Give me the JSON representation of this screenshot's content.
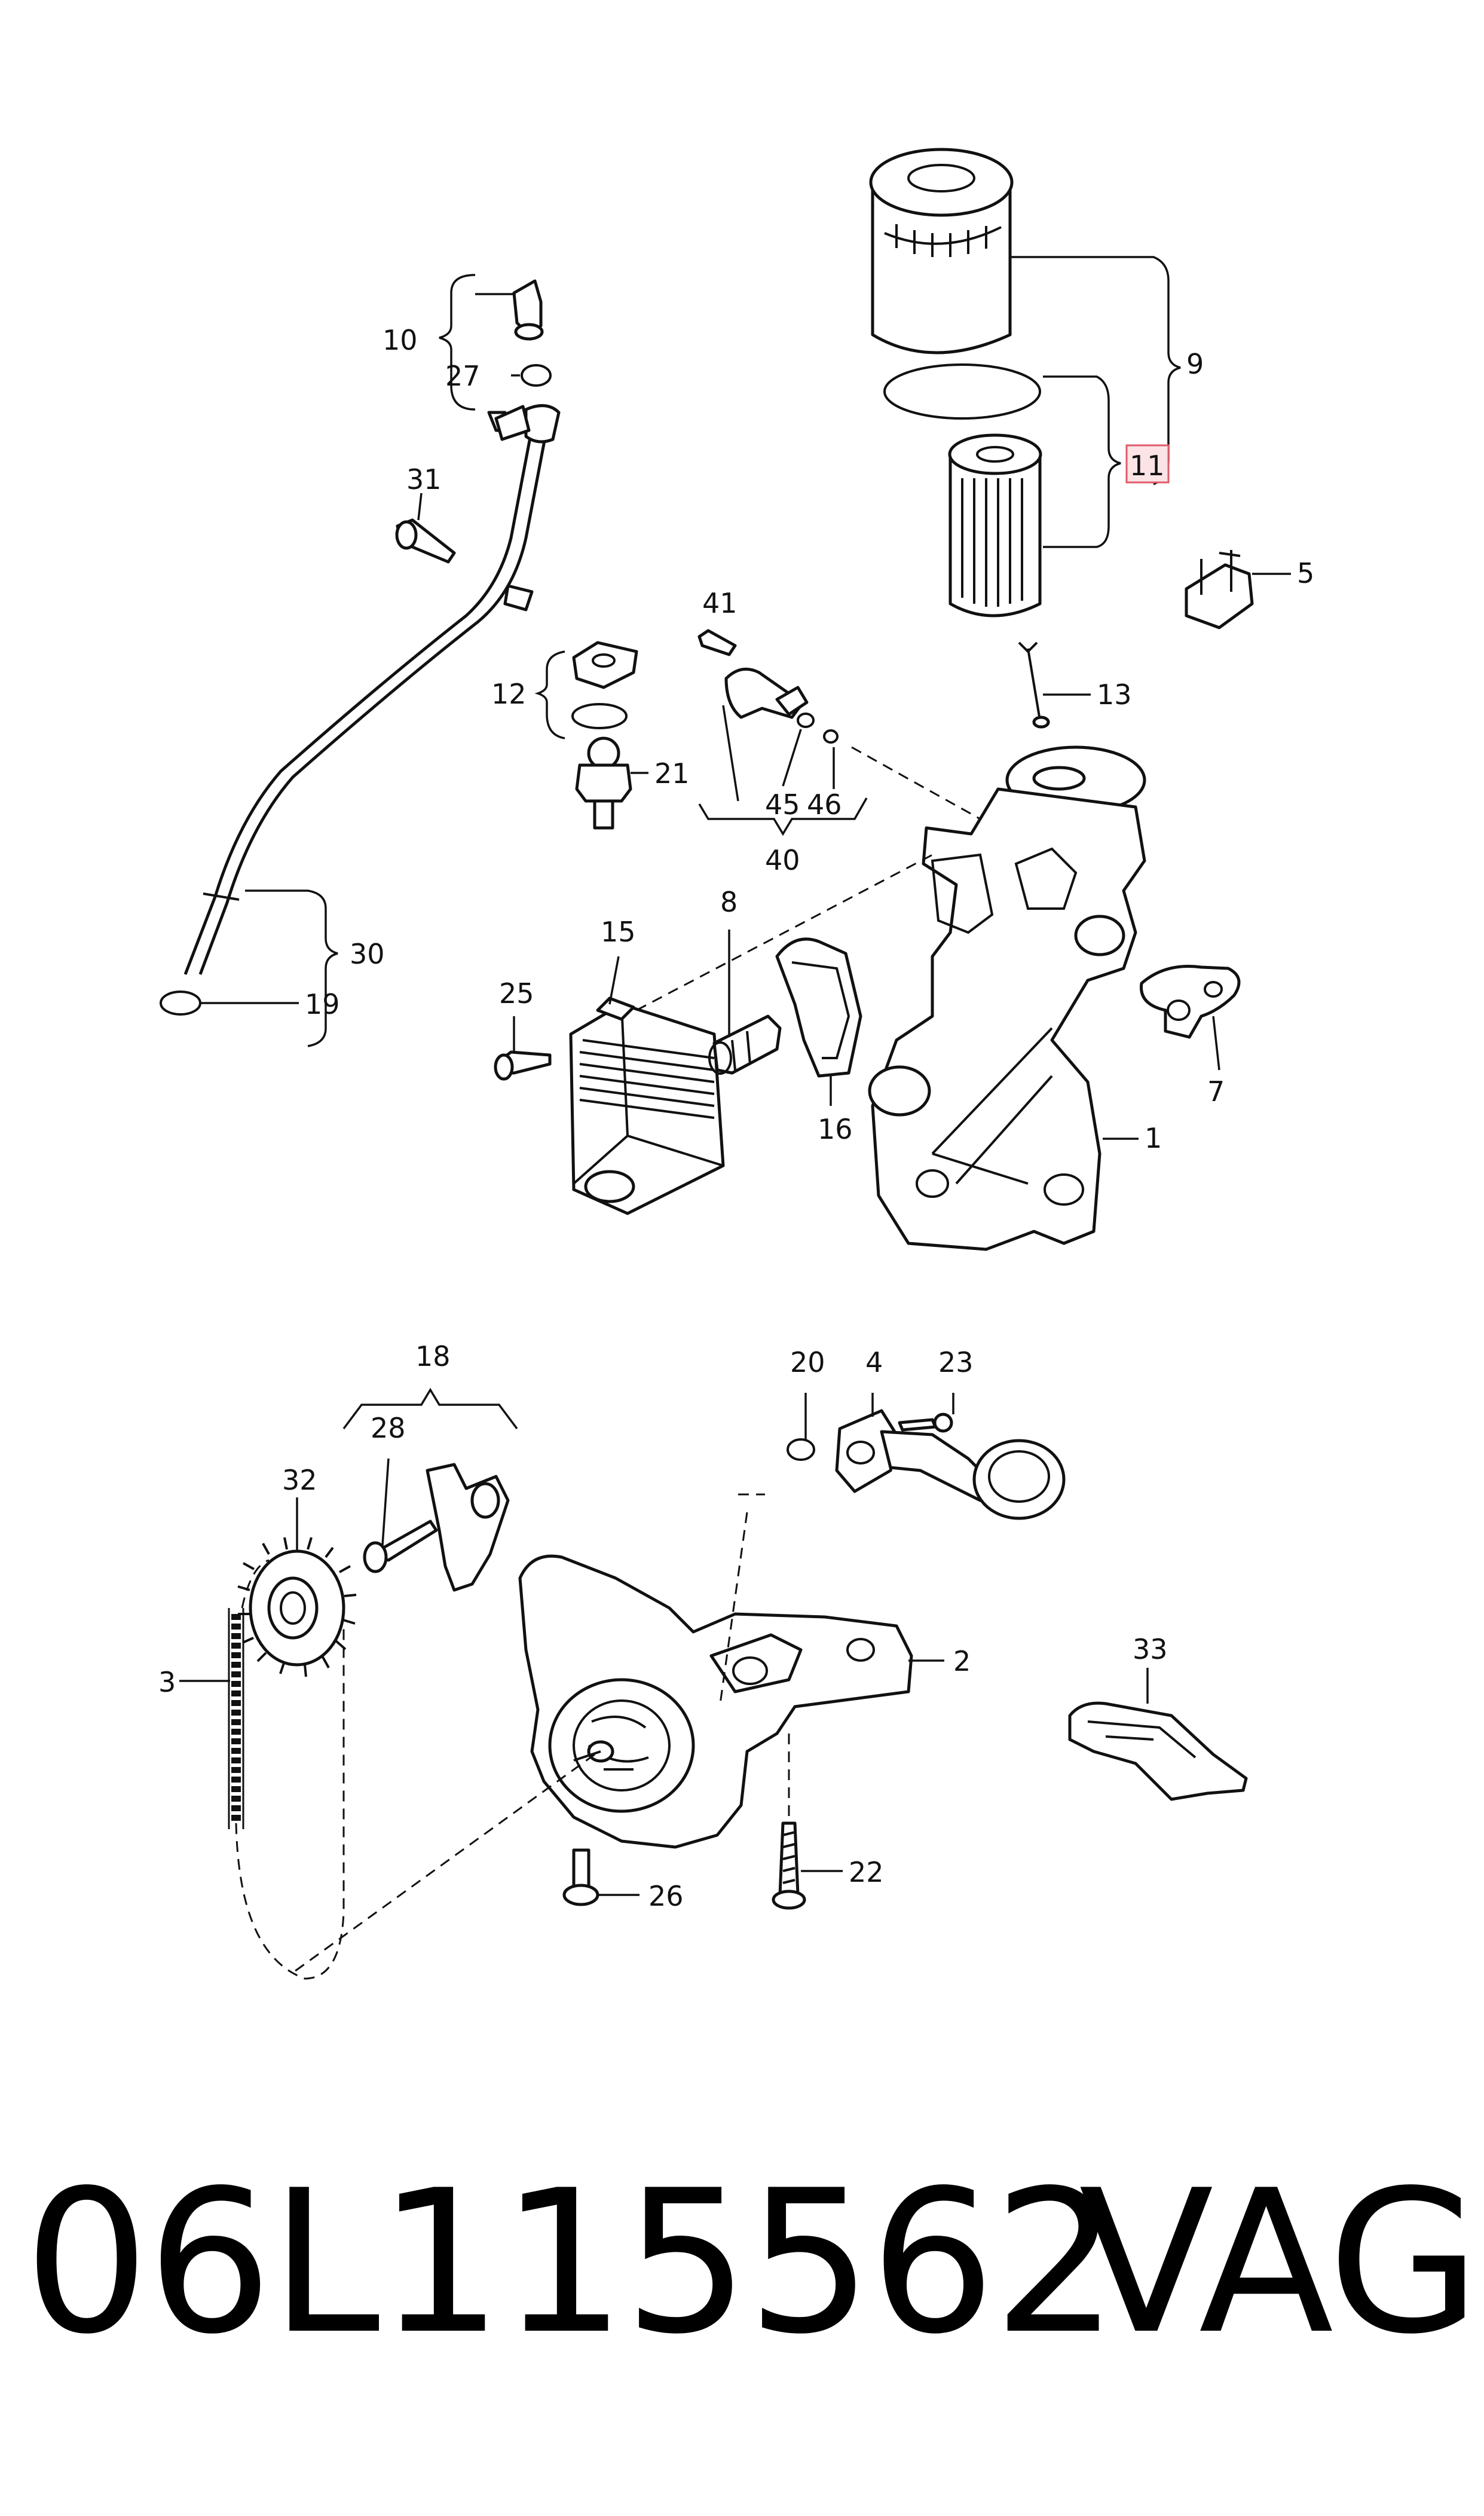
{
  "callouts": {
    "c1": "1",
    "c2": "2",
    "c3": "3",
    "c4": "4",
    "c5": "5",
    "c7": "7",
    "c8": "8",
    "c9": "9",
    "c10": "10",
    "c11": "11",
    "c12": "12",
    "c13": "13",
    "c15": "15",
    "c16": "16",
    "c18": "18",
    "c19": "19",
    "c20": "20",
    "c21": "21",
    "c22": "22",
    "c23": "23",
    "c25": "25",
    "c26": "26",
    "c27": "27",
    "c28": "28",
    "c30": "30",
    "c31": "31",
    "c32": "32",
    "c33": "33",
    "c40": "40",
    "c41": "41",
    "c45": "45",
    "c46": "46"
  },
  "footer": {
    "part_number": "06L115562",
    "brand": "VAG"
  },
  "colors": {
    "line": "#111111",
    "highlight_box": "#e05a6a"
  }
}
